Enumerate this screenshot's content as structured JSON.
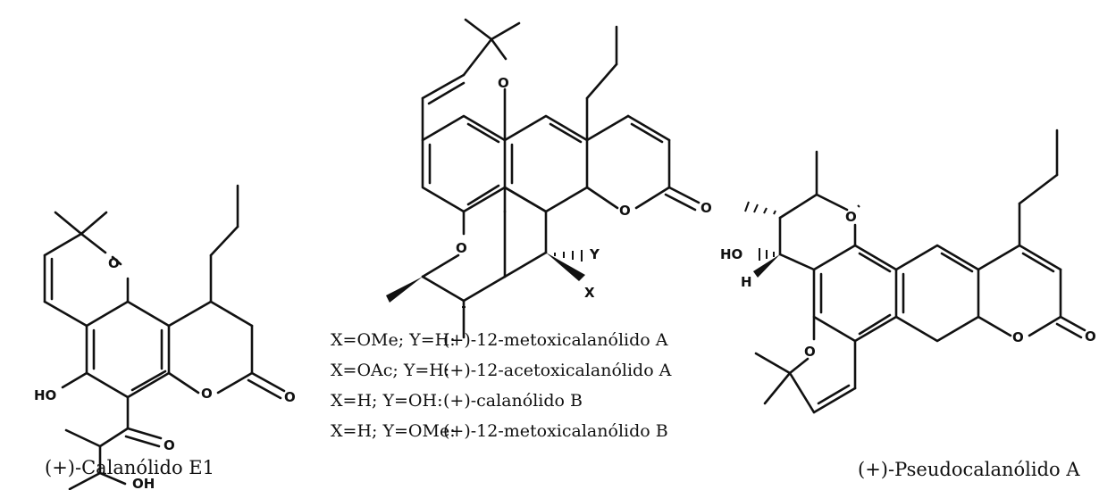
{
  "compounds": {
    "left": {
      "name": "(+)-Calanólido E1",
      "atom_labels": [
        "HO",
        "O",
        "O",
        "O",
        "O",
        "OH"
      ]
    },
    "middle": {
      "atom_labels": [
        "O",
        "O",
        "O",
        "O",
        "Y",
        "X"
      ],
      "variants": [
        {
          "substituents": "X=OMe; Y=H:",
          "name": "(+)-12-metoxicalanólido A"
        },
        {
          "substituents": "X=OAc; Y=H:",
          "name": "(+)-12-acetoxicalanólido A"
        },
        {
          "substituents": "X=H; Y=OH:",
          "name": "(+)-calanólido B"
        },
        {
          "substituents": "X=H; Y=OMe:",
          "name": "(+)-12-metoxicalanólido B"
        }
      ]
    },
    "right": {
      "name": "(+)-Pseudocalanólido A",
      "atom_labels": [
        "HO",
        "H",
        "O",
        "O",
        "O",
        "O"
      ]
    }
  }
}
